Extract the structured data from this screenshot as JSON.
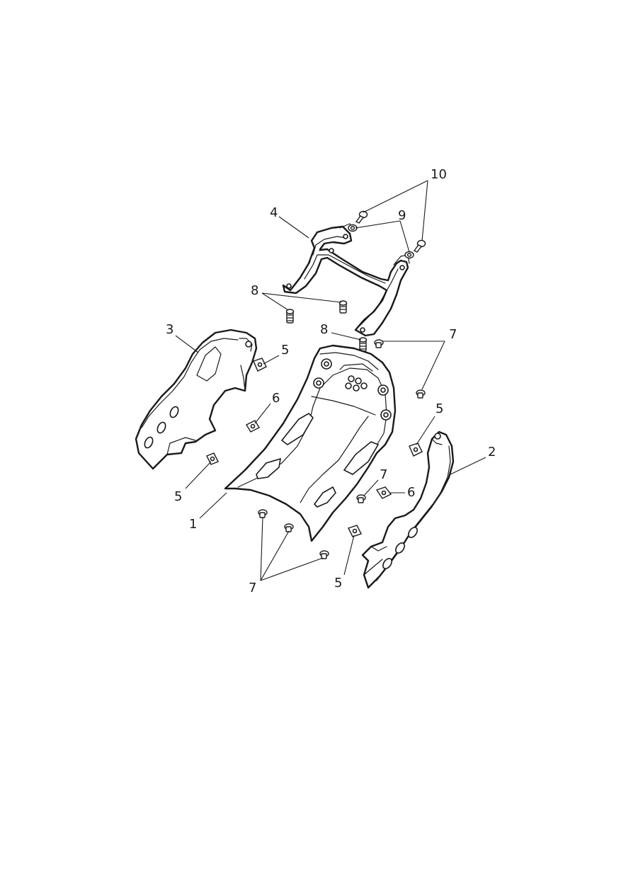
{
  "diagram": {
    "callouts": [
      {
        "id": "c1",
        "label": "1"
      },
      {
        "id": "c2",
        "label": "2"
      },
      {
        "id": "c3",
        "label": "3"
      },
      {
        "id": "c4",
        "label": "4"
      },
      {
        "id": "c5a",
        "label": "5"
      },
      {
        "id": "c5b",
        "label": "5"
      },
      {
        "id": "c5c",
        "label": "5"
      },
      {
        "id": "c5d",
        "label": "5"
      },
      {
        "id": "c6a",
        "label": "6"
      },
      {
        "id": "c6b",
        "label": "6"
      },
      {
        "id": "c7a",
        "label": "7"
      },
      {
        "id": "c7b",
        "label": "7"
      },
      {
        "id": "c7c",
        "label": "7"
      },
      {
        "id": "c8a",
        "label": "8"
      },
      {
        "id": "c8b",
        "label": "8"
      },
      {
        "id": "c9",
        "label": "9"
      },
      {
        "id": "c10",
        "label": "10"
      }
    ]
  }
}
